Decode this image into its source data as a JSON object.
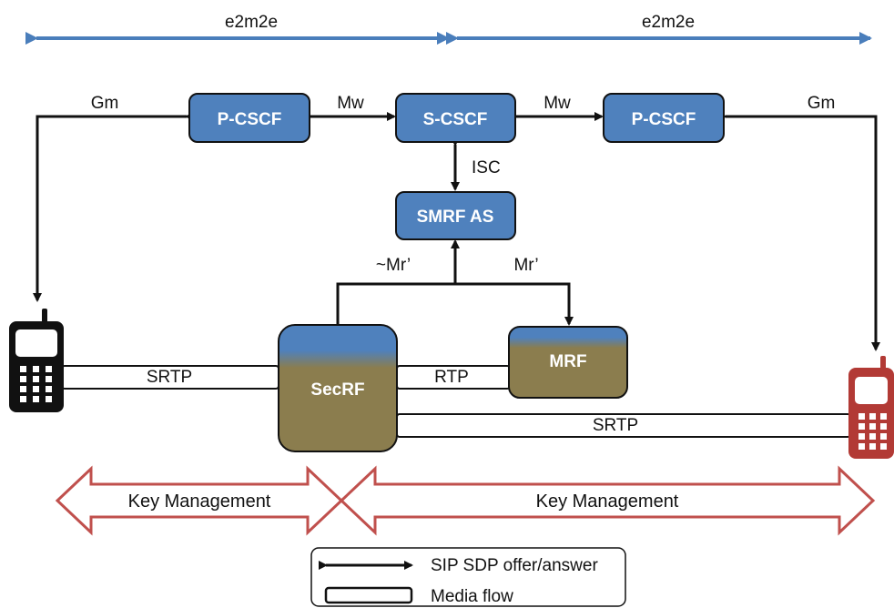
{
  "top_spans": {
    "left_label": "e2m2e",
    "right_label": "e2m2e"
  },
  "interfaces": {
    "gm_left": "Gm",
    "mw_left": "Mw",
    "mw_right": "Mw",
    "gm_right": "Gm",
    "isc": "ISC",
    "mr_tilde": "~Mr’",
    "mr": "Mr’"
  },
  "nodes": {
    "pcscf_left": "P-CSCF",
    "scscf": "S-CSCF",
    "pcscf_right": "P-CSCF",
    "smrf_as": "SMRF AS",
    "secrf": "SecRF",
    "mrf": "MRF"
  },
  "media": {
    "srtp_left": "SRTP",
    "rtp": "RTP",
    "srtp_right": "SRTP"
  },
  "key_management": {
    "left": "Key Management",
    "right": "Key Management"
  },
  "legend": {
    "sip_label": "SIP SDP offer/answer",
    "media_label": "Media flow"
  },
  "colors": {
    "node_blue": "#4F81BD",
    "node_olive": "#8B7D4E",
    "top_arrow": "#4A7EBB",
    "key_mgmt_outline": "#C0504D",
    "phone_left": "#111111",
    "phone_right": "#B23A35"
  },
  "icons": {
    "left_device": "mobile-phone-icon",
    "right_device": "mobile-phone-icon"
  }
}
